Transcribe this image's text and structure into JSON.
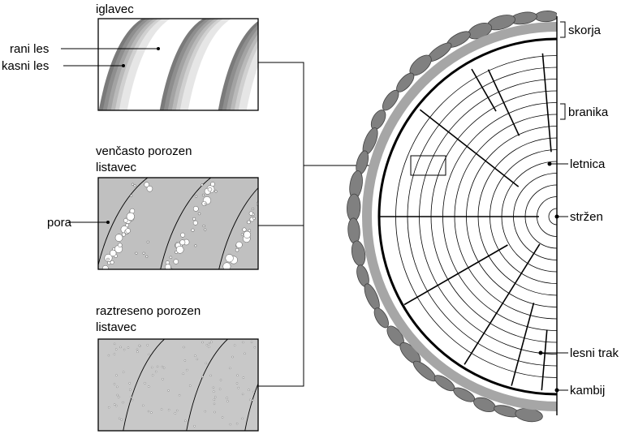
{
  "panels": {
    "conifer": {
      "title": "iglavec"
    },
    "ring_porous": {
      "title_line1": "venčasto porozen",
      "title_line2": "listavec"
    },
    "diffuse_porous": {
      "title_line1": "raztreseno porozen",
      "title_line2": "listavec"
    }
  },
  "left_labels": {
    "earlywood": "rani les",
    "latewood": "kasni les",
    "pore": "pora"
  },
  "right_labels": {
    "bark": "skorja",
    "phloem": "branika",
    "growth_ring": "letnica",
    "pith": "stržen",
    "ray": "lesni trak",
    "cambium": "kambij"
  },
  "colors": {
    "bark_dark": "#808080",
    "bark_light": "#a6a6a6",
    "panel_gray": "#c0c0c0",
    "latewood_dark": "#7a7a7a",
    "line": "#000000"
  }
}
